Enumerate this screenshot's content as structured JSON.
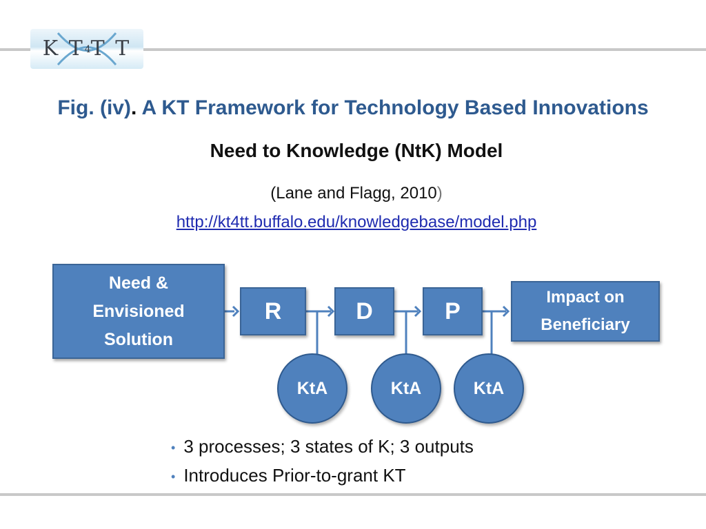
{
  "logo": {
    "text_left": "K T",
    "text_mid": "4",
    "text_right": "T T"
  },
  "title": {
    "prefix": "Fig. (iv)",
    "dot": ".",
    "main": " A KT Framework for Technology Based Innovations"
  },
  "subtitle": "Need to Knowledge (NtK) Model",
  "citation": {
    "text": "(Lane and Flagg, 2010",
    "close": ")"
  },
  "link": "http://kt4tt.buffalo.edu/knowledgebase/model.php",
  "diagram": {
    "need_box": {
      "line1": "Need &",
      "line2": "Envisioned",
      "line3": "Solution"
    },
    "stages": [
      "R",
      "D",
      "P"
    ],
    "impact_box": {
      "line1": "Impact on",
      "line2": "Beneficiary"
    },
    "kta": [
      "KtA",
      "KtA",
      "KtA"
    ]
  },
  "bullets": [
    "3 processes; 3 states of K; 3 outputs",
    "Introduces Prior-to-grant KT"
  ],
  "colors": {
    "box_fill": "#4f81bd",
    "title": "#2e5a8f",
    "link": "#1f2bb0"
  }
}
